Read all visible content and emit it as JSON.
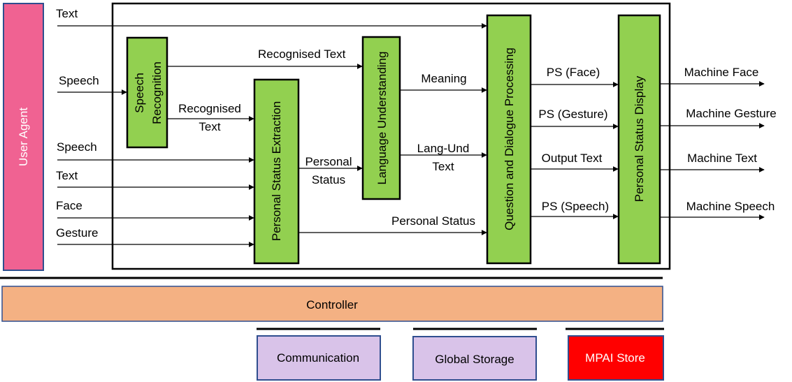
{
  "modules": {
    "user_agent": "User Agent",
    "speech_recognition": [
      "Speech",
      "Recognition"
    ],
    "personal_status_extraction": "Personal Status Extraction",
    "language_understanding": "Language Understanding",
    "question_dialogue": "Question and Dialogue Processing",
    "personal_status_display": "Personal Status Display"
  },
  "inputs": {
    "text_top": "Text",
    "speech_to_sr": "Speech",
    "speech": "Speech",
    "text": "Text",
    "face": "Face",
    "gesture": "Gesture"
  },
  "flows": {
    "recognised_text_top": "Recognised Text",
    "recognised_text": [
      "Recognised",
      "Text"
    ],
    "personal_status_mid": [
      "Personal",
      "Status"
    ],
    "meaning": "Meaning",
    "lang_und_text": [
      "Lang-Und",
      "Text"
    ],
    "personal_status_bottom": "Personal Status",
    "ps_face": "PS (Face)",
    "ps_gesture": "PS (Gesture)",
    "output_text": "Output Text",
    "ps_speech": "PS (Speech)"
  },
  "outputs": {
    "machine_face": "Machine Face",
    "machine_gesture": "Machine Gesture",
    "machine_text": "Machine Text",
    "machine_speech": "Machine Speech"
  },
  "infrastructure": {
    "controller": "Controller",
    "communication": "Communication",
    "global_storage": "Global Storage",
    "mpai_store": "MPAI Store"
  },
  "colors": {
    "user_agent": "#f06292",
    "module_green": "#92d050",
    "controller": "#f4b183",
    "storage_purple": "#d9c3e9",
    "store_red": "#ff0000",
    "border_blue": "#2f4e8f"
  }
}
